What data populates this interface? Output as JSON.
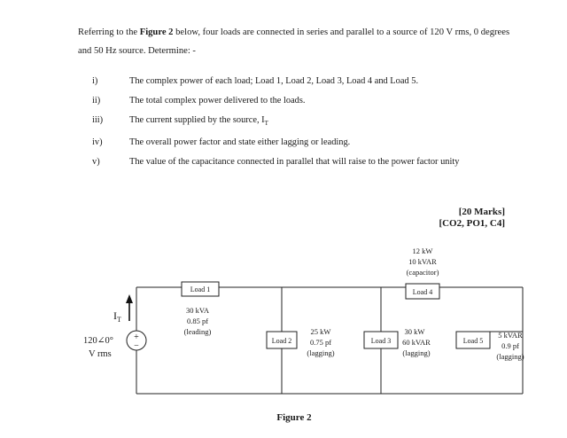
{
  "intro": {
    "before": "Referring to the ",
    "figure_ref": "Figure 2",
    "after": " below, four loads are connected in series and parallel to a source of 120 V rms, 0 degrees and 50 Hz source.  Determine: -"
  },
  "questions": [
    {
      "num": "i)",
      "text": "The complex power of each load; Load 1, Load 2, Load 3, Load 4 and Load 5."
    },
    {
      "num": "ii)",
      "text": "The total complex power delivered to the loads."
    },
    {
      "num": "iii)",
      "text": "The current supplied by the source, I",
      "sub": "T"
    },
    {
      "num": "iv)",
      "text": "The overall power factor and state either lagging or leading."
    },
    {
      "num": "v)",
      "text": "The value of the capacitance connected in parallel that will raise to the power factor unity"
    }
  ],
  "marks": {
    "total": "[20 Marks]",
    "outcomes": "[CO2, PO1, C4]"
  },
  "circuit": {
    "source": {
      "value": "120∠0°",
      "unit": "V rms",
      "current_label": "I",
      "current_sub": "T",
      "plus": "+",
      "minus": "−"
    },
    "loads": [
      {
        "label": "Load 1",
        "specs": [
          "30 kVA",
          "0.85 pf",
          "(leading)"
        ]
      },
      {
        "label": "Load 2",
        "specs": [
          "25 kW",
          "0.75 pf",
          "(lagging)"
        ]
      },
      {
        "label": "Load 3",
        "specs": [
          "30 kW",
          "60 kVAR",
          "(lagging)"
        ]
      },
      {
        "label": "Load 4",
        "specs": [
          "12 kW",
          "10 kVAR",
          "(capacitor)"
        ]
      },
      {
        "label": "Load 5",
        "specs": [
          "5 kVAR",
          "0.9 pf",
          "(lagging)"
        ]
      }
    ],
    "caption": "Figure 2"
  }
}
